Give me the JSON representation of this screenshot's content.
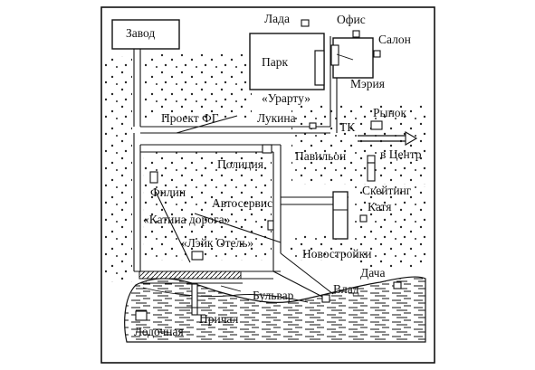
{
  "labels": {
    "factory": "Завод",
    "lada": "Лада",
    "office": "Офис",
    "salon": "Салон",
    "park": "Парк",
    "urartu": "«Урарту»",
    "city_hall": "Мэрия",
    "project_fg": "Проект ФГ",
    "lukina": "Лукина",
    "tk": "ТК",
    "market": "Рынок",
    "pavilion": "Павильон",
    "to_center": "в Центр",
    "police": "Полиция",
    "skate": "Скейтинг",
    "filin": "Филин",
    "autoservice": "Автосервис",
    "katya": "Катя",
    "katina_road": "«Катина дорога»",
    "lake_hotel": "«Лэйк Отель»",
    "new_buildings": "Новостройки",
    "dacha": "Дача",
    "boulevard": "Бульвар",
    "vlad": "Влад",
    "pier": "Причал",
    "boat_station": "Лодочная"
  },
  "colors": {
    "ink": "#111111",
    "paper": "#ffffff"
  }
}
